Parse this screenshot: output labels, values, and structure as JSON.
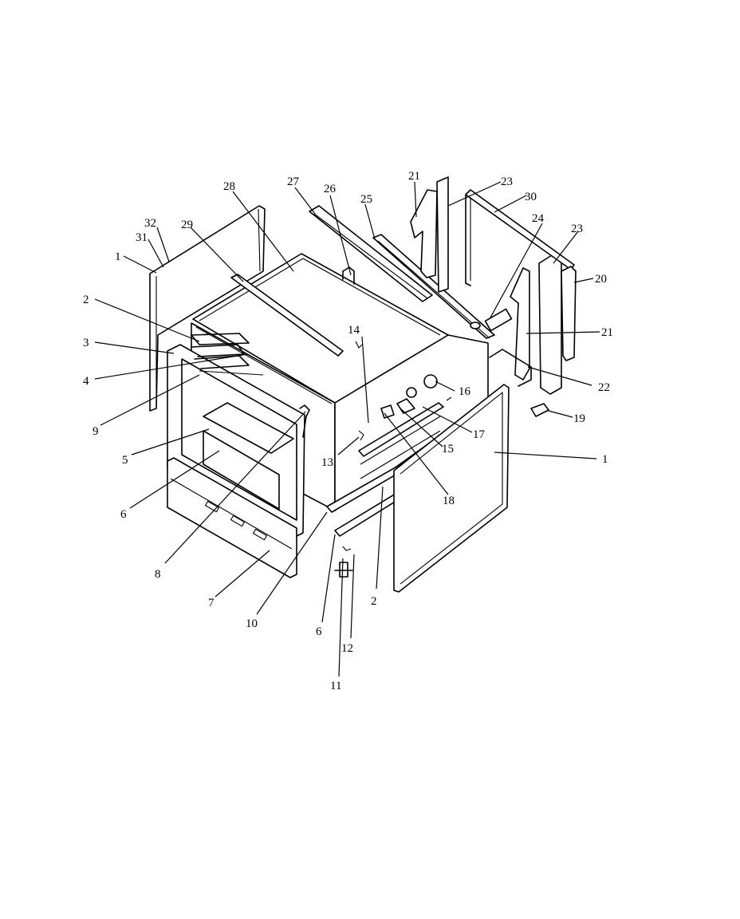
{
  "diagram": {
    "callouts": [
      {
        "id": "1",
        "label": "1"
      },
      {
        "id": "1b",
        "label": "1"
      },
      {
        "id": "2",
        "label": "2"
      },
      {
        "id": "2b",
        "label": "2"
      },
      {
        "id": "3",
        "label": "3"
      },
      {
        "id": "4",
        "label": "4"
      },
      {
        "id": "5",
        "label": "5"
      },
      {
        "id": "6",
        "label": "6"
      },
      {
        "id": "6b",
        "label": "6"
      },
      {
        "id": "7",
        "label": "7"
      },
      {
        "id": "8",
        "label": "8"
      },
      {
        "id": "9",
        "label": "9"
      },
      {
        "id": "10",
        "label": "10"
      },
      {
        "id": "11",
        "label": "11"
      },
      {
        "id": "12",
        "label": "12"
      },
      {
        "id": "13",
        "label": "13"
      },
      {
        "id": "14",
        "label": "14"
      },
      {
        "id": "15",
        "label": "15"
      },
      {
        "id": "16",
        "label": "16"
      },
      {
        "id": "17",
        "label": "17"
      },
      {
        "id": "18",
        "label": "18"
      },
      {
        "id": "19",
        "label": "19"
      },
      {
        "id": "20",
        "label": "20"
      },
      {
        "id": "21",
        "label": "21"
      },
      {
        "id": "21b",
        "label": "21"
      },
      {
        "id": "22",
        "label": "22"
      },
      {
        "id": "23",
        "label": "23"
      },
      {
        "id": "23b",
        "label": "23"
      },
      {
        "id": "24",
        "label": "24"
      },
      {
        "id": "25",
        "label": "25"
      },
      {
        "id": "26",
        "label": "26"
      },
      {
        "id": "27",
        "label": "27"
      },
      {
        "id": "28",
        "label": "28"
      },
      {
        "id": "29",
        "label": "29"
      },
      {
        "id": "30",
        "label": "30"
      },
      {
        "id": "31",
        "label": "31"
      },
      {
        "id": "32",
        "label": "32"
      }
    ]
  }
}
